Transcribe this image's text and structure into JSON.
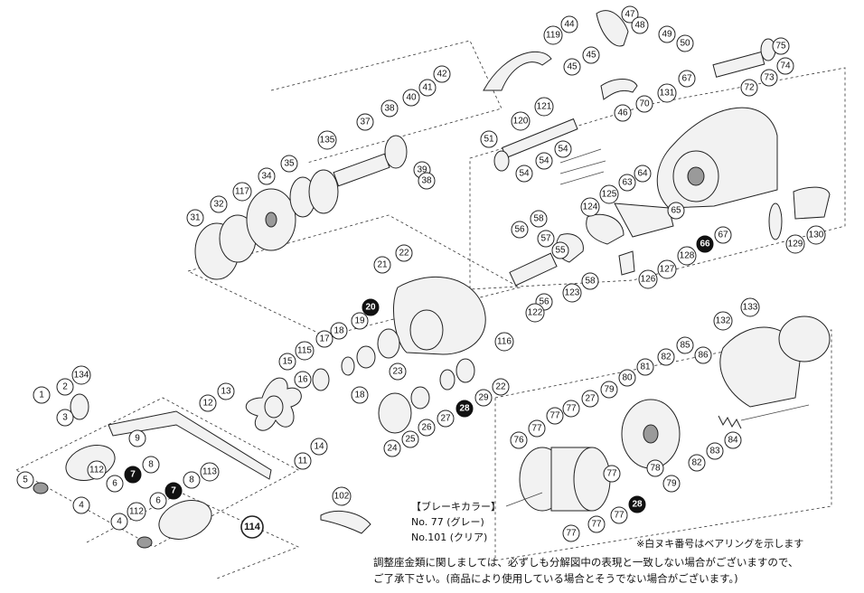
{
  "legend": {
    "header": "【ブレーキカラー】",
    "line1": "No. 77 (グレー)",
    "line2": "No.101 (クリア)"
  },
  "bearing_note": "※白ヌキ番号はベアリングを示します",
  "disclaimer": {
    "line1": "調整座金類に関しましては、必ずしも分解図中の表現と一致しない場合がございますので、",
    "line2": "ご了承下さい。(商品により使用している場合とそうでない場合がございます。)"
  },
  "callouts": [
    {
      "id": "c44",
      "label": "44"
    },
    {
      "id": "c47",
      "label": "47"
    },
    {
      "id": "c48",
      "label": "48"
    },
    {
      "id": "c49",
      "label": "49"
    },
    {
      "id": "c50",
      "label": "50"
    },
    {
      "id": "c119",
      "label": "119"
    },
    {
      "id": "c45a",
      "label": "45"
    },
    {
      "id": "c45b",
      "label": "45"
    },
    {
      "id": "c42",
      "label": "42"
    },
    {
      "id": "c41",
      "label": "41"
    },
    {
      "id": "c40",
      "label": "40"
    },
    {
      "id": "c38a",
      "label": "38"
    },
    {
      "id": "c37",
      "label": "37"
    },
    {
      "id": "c39",
      "label": "39"
    },
    {
      "id": "c38b",
      "label": "38"
    },
    {
      "id": "c135",
      "label": "135"
    },
    {
      "id": "c35",
      "label": "35"
    },
    {
      "id": "c34",
      "label": "34"
    },
    {
      "id": "c117",
      "label": "117"
    },
    {
      "id": "c32",
      "label": "32"
    },
    {
      "id": "c31",
      "label": "31"
    },
    {
      "id": "c121",
      "label": "121"
    },
    {
      "id": "c120",
      "label": "120"
    },
    {
      "id": "c51",
      "label": "51"
    },
    {
      "id": "c54a",
      "label": "54"
    },
    {
      "id": "c54b",
      "label": "54"
    },
    {
      "id": "c54c",
      "label": "54"
    },
    {
      "id": "c46",
      "label": "46"
    },
    {
      "id": "c70",
      "label": "70"
    },
    {
      "id": "c131",
      "label": "131"
    },
    {
      "id": "c67a",
      "label": "67"
    },
    {
      "id": "c75",
      "label": "75"
    },
    {
      "id": "c74",
      "label": "74"
    },
    {
      "id": "c73",
      "label": "73"
    },
    {
      "id": "c72",
      "label": "72"
    },
    {
      "id": "c64",
      "label": "64"
    },
    {
      "id": "c63",
      "label": "63"
    },
    {
      "id": "c125",
      "label": "125"
    },
    {
      "id": "c124",
      "label": "124"
    },
    {
      "id": "c65",
      "label": "65"
    },
    {
      "id": "c66",
      "label": "66"
    },
    {
      "id": "c67b",
      "label": "67"
    },
    {
      "id": "c128",
      "label": "128"
    },
    {
      "id": "c127",
      "label": "127"
    },
    {
      "id": "c126",
      "label": "126"
    },
    {
      "id": "c129",
      "label": "129"
    },
    {
      "id": "c130",
      "label": "130"
    },
    {
      "id": "c56a",
      "label": "56"
    },
    {
      "id": "c58a",
      "label": "58"
    },
    {
      "id": "c57",
      "label": "57"
    },
    {
      "id": "c55",
      "label": "55"
    },
    {
      "id": "c58b",
      "label": "58"
    },
    {
      "id": "c56b",
      "label": "56"
    },
    {
      "id": "c123",
      "label": "123"
    },
    {
      "id": "c122",
      "label": "122"
    },
    {
      "id": "c22a",
      "label": "22"
    },
    {
      "id": "c21",
      "label": "21"
    },
    {
      "id": "c20",
      "label": "20"
    },
    {
      "id": "c19",
      "label": "19"
    },
    {
      "id": "c116",
      "label": "116"
    },
    {
      "id": "c115",
      "label": "115"
    },
    {
      "id": "c17",
      "label": "17"
    },
    {
      "id": "c18a",
      "label": "18"
    },
    {
      "id": "c15",
      "label": "15"
    },
    {
      "id": "c16",
      "label": "16"
    },
    {
      "id": "c18b",
      "label": "18"
    },
    {
      "id": "c23",
      "label": "23"
    },
    {
      "id": "c22b",
      "label": "22"
    },
    {
      "id": "c29",
      "label": "29"
    },
    {
      "id": "c28a",
      "label": "28"
    },
    {
      "id": "c27a",
      "label": "27"
    },
    {
      "id": "c26",
      "label": "26"
    },
    {
      "id": "c25",
      "label": "25"
    },
    {
      "id": "c24",
      "label": "24"
    },
    {
      "id": "c13",
      "label": "13"
    },
    {
      "id": "c12",
      "label": "12"
    },
    {
      "id": "c14",
      "label": "14"
    },
    {
      "id": "c11",
      "label": "11"
    },
    {
      "id": "c134",
      "label": "134"
    },
    {
      "id": "c1",
      "label": "1"
    },
    {
      "id": "c2",
      "label": "2"
    },
    {
      "id": "c3",
      "label": "3"
    },
    {
      "id": "c9",
      "label": "9"
    },
    {
      "id": "c8a",
      "label": "8"
    },
    {
      "id": "c7a",
      "label": "7"
    },
    {
      "id": "c112a",
      "label": "112"
    },
    {
      "id": "c5",
      "label": "5"
    },
    {
      "id": "c6a",
      "label": "6"
    },
    {
      "id": "c4a",
      "label": "4"
    },
    {
      "id": "c113",
      "label": "113"
    },
    {
      "id": "c8b",
      "label": "8"
    },
    {
      "id": "c7b",
      "label": "7"
    },
    {
      "id": "c6b",
      "label": "6"
    },
    {
      "id": "c112b",
      "label": "112"
    },
    {
      "id": "c4b",
      "label": "4"
    },
    {
      "id": "c114",
      "label": "114"
    },
    {
      "id": "c102",
      "label": "102"
    },
    {
      "id": "c133",
      "label": "133"
    },
    {
      "id": "c132",
      "label": "132"
    },
    {
      "id": "c85",
      "label": "85"
    },
    {
      "id": "c86",
      "label": "86"
    },
    {
      "id": "c82a",
      "label": "82"
    },
    {
      "id": "c81",
      "label": "81"
    },
    {
      "id": "c80",
      "label": "80"
    },
    {
      "id": "c79a",
      "label": "79"
    },
    {
      "id": "c27b",
      "label": "27"
    },
    {
      "id": "c77a",
      "label": "77"
    },
    {
      "id": "c77b",
      "label": "77"
    },
    {
      "id": "c77c",
      "label": "77"
    },
    {
      "id": "c76",
      "label": "76"
    },
    {
      "id": "c77d",
      "label": "77"
    },
    {
      "id": "c77e",
      "label": "77"
    },
    {
      "id": "c77f",
      "label": "77"
    },
    {
      "id": "c77g",
      "label": "77"
    },
    {
      "id": "c78",
      "label": "78"
    },
    {
      "id": "c28b",
      "label": "28"
    },
    {
      "id": "c79b",
      "label": "79"
    },
    {
      "id": "c82b",
      "label": "82"
    },
    {
      "id": "c83",
      "label": "83"
    },
    {
      "id": "c84",
      "label": "84"
    }
  ],
  "bearing_ids": [
    "c66",
    "c20",
    "c28a",
    "c7a",
    "c7b",
    "c28b"
  ],
  "boxed_ids": [
    "c114"
  ]
}
